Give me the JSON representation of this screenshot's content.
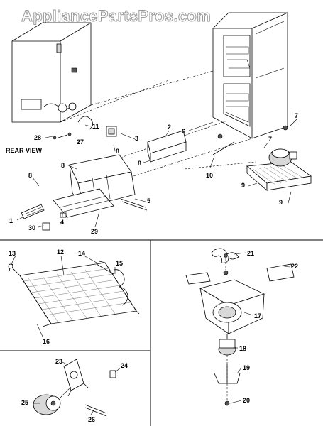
{
  "watermark": "AppliancePartsPros.com",
  "view_label": "REAR VIEW",
  "callouts": {
    "c1": "1",
    "c2": "2",
    "c3": "3",
    "c4": "4",
    "c5": "5",
    "c6": "6",
    "c7a": "7",
    "c7b": "7",
    "c8a": "8",
    "c8b": "8",
    "c8c": "8",
    "c8d": "8",
    "c9a": "9",
    "c9b": "9",
    "c10": "10",
    "c11": "11",
    "c12": "12",
    "c13": "13",
    "c14": "14",
    "c15": "15",
    "c16": "16",
    "c17": "17",
    "c18": "18",
    "c19": "19",
    "c20": "20",
    "c21": "21",
    "c22": "22",
    "c23": "23",
    "c24": "24",
    "c25": "25",
    "c26": "26",
    "c27": "27",
    "c28": "28",
    "c29": "29",
    "c30": "30"
  }
}
